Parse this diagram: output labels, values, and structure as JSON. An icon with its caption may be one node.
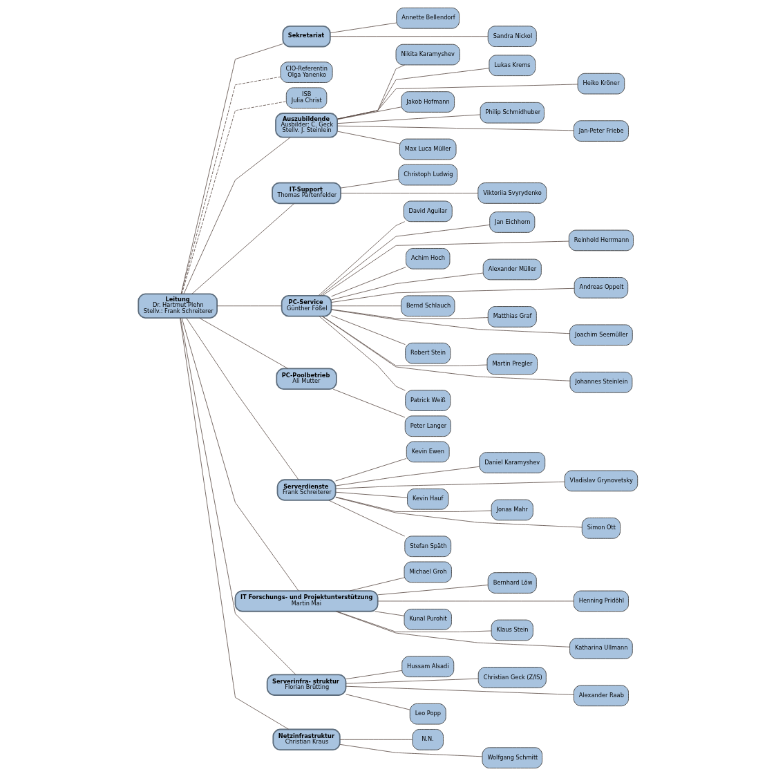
{
  "diagram": {
    "nodes": [
      {
        "text": [
          "Leitung",
          "Dr. Hartmut Plehn",
          "Stellv.: Frank Schreiterer"
        ]
      },
      {
        "text": [
          "Sekretariat"
        ]
      },
      {
        "text": [
          "CIO-Referentin",
          "Olga Yanenko"
        ]
      },
      {
        "text": [
          "ISB",
          "Julia Christ"
        ]
      },
      {
        "text": [
          "Annette Bellendorf"
        ]
      },
      {
        "text": [
          "Sandra Nickol"
        ]
      },
      {
        "text": [
          "Auszubildende",
          "Ausbilder: C. Geck",
          "Stellv. J. Steinlein"
        ]
      },
      {
        "text": [
          "Nikita Karamyshev"
        ]
      },
      {
        "text": [
          "Lukas Krems"
        ]
      },
      {
        "text": [
          "Heiko Kröner"
        ]
      },
      {
        "text": [
          "Jakob Hofmann"
        ]
      },
      {
        "text": [
          "Philip Schmidhuber"
        ]
      },
      {
        "text": [
          "Jan-Peter Friebe"
        ]
      },
      {
        "text": [
          "Max Luca Müller"
        ]
      },
      {
        "text": [
          "IT-Support",
          "Thomas Partenfelder"
        ]
      },
      {
        "text": [
          "Christoph Ludwig"
        ]
      },
      {
        "text": [
          "Viktoriia Svyrydenko"
        ]
      },
      {
        "text": [
          "PC-Service",
          "Günther Fößel"
        ]
      },
      {
        "text": [
          "David Aguilar"
        ]
      },
      {
        "text": [
          "Jan Eichhorn"
        ]
      },
      {
        "text": [
          "Reinhold Herrmann"
        ]
      },
      {
        "text": [
          "Achim Hoch"
        ]
      },
      {
        "text": [
          "Alexander Müller"
        ]
      },
      {
        "text": [
          "Andreas Oppelt"
        ]
      },
      {
        "text": [
          "Bernd Schlauch"
        ]
      },
      {
        "text": [
          "Matthias Graf"
        ]
      },
      {
        "text": [
          "Joachim Seemüller"
        ]
      },
      {
        "text": [
          "Robert Stein"
        ]
      },
      {
        "text": [
          "Martin Pregler"
        ]
      },
      {
        "text": [
          "Johannes Steinlein"
        ]
      },
      {
        "text": [
          "Patrick Weiß"
        ]
      },
      {
        "text": [
          "PC-Poolbetrieb",
          "Ali Mutter"
        ]
      },
      {
        "text": [
          "Peter Langer"
        ]
      },
      {
        "text": [
          "Kevin Ewen"
        ]
      },
      {
        "text": [
          "Daniel Karamyshev"
        ]
      },
      {
        "text": [
          "Serverdienste",
          "Frank Schreiterer"
        ]
      },
      {
        "text": [
          "Vladislav Grynovetsky"
        ]
      },
      {
        "text": [
          "Kevin Hauf"
        ]
      },
      {
        "text": [
          "Jonas Mahr"
        ]
      },
      {
        "text": [
          "Simon Ott"
        ]
      },
      {
        "text": [
          "Stefan Späth"
        ]
      },
      {
        "text": [
          "IT Forschungs- und Projektunterstützung",
          "Martin Mai"
        ]
      },
      {
        "text": [
          "Michael Groh"
        ]
      },
      {
        "text": [
          "Bernhard Löw"
        ]
      },
      {
        "text": [
          "Henning Pridöhl"
        ]
      },
      {
        "text": [
          "Kunal Purohit"
        ]
      },
      {
        "text": [
          "Klaus Stein"
        ]
      },
      {
        "text": [
          "Serverinfra- struktur",
          "Florian Brütting"
        ]
      },
      {
        "text": [
          "Hussam Alsadi"
        ]
      },
      {
        "text": [
          "Christian Geck (Z/IS)"
        ]
      },
      {
        "text": [
          "Alexander Raab"
        ]
      },
      {
        "text": [
          "Leo Popp"
        ]
      },
      {
        "text": [
          "Katharina Ullmann"
        ]
      },
      {
        "text": [
          "Netzinfrastruktur",
          "Christian Kraus"
        ]
      },
      {
        "text": [
          "N.N."
        ]
      },
      {
        "text": [
          "Wolfgang Schmitt"
        ]
      }
    ],
    "edges": [
      {
        "from": 0,
        "to": 1,
        "arrow": "none"
      },
      {
        "from": 0,
        "to": 2,
        "arrow": "none",
        "style": "dashed"
      },
      {
        "from": 0,
        "to": 3,
        "arrow": "none",
        "style": "dashed"
      },
      {
        "from": 0,
        "to": 6,
        "arrow": "none"
      },
      {
        "from": 0,
        "to": 14,
        "arrow": "none"
      },
      {
        "from": 0,
        "to": 17,
        "arrow": "none"
      },
      {
        "from": 0,
        "to": 31,
        "arrow": "none"
      },
      {
        "from": 0,
        "to": 35,
        "arrow": "none"
      },
      {
        "from": 0,
        "to": 41,
        "arrow": "none"
      },
      {
        "from": 0,
        "to": 47,
        "arrow": "none"
      },
      {
        "from": 0,
        "to": 53,
        "arrow": "none"
      },
      {
        "from": 1,
        "to": 4,
        "arrow": "none"
      },
      {
        "from": 1,
        "to": 5,
        "arrow": "none"
      },
      {
        "from": 6,
        "to": 7,
        "arrow": "none"
      },
      {
        "from": 6,
        "to": 8,
        "arrow": "none"
      },
      {
        "from": 6,
        "to": 9,
        "arrow": "none"
      },
      {
        "from": 6,
        "to": 10,
        "arrow": "none"
      },
      {
        "from": 6,
        "to": 11,
        "arrow": "none"
      },
      {
        "from": 6,
        "to": 12,
        "arrow": "none"
      },
      {
        "from": 6,
        "to": 13,
        "arrow": "none"
      },
      {
        "from": 14,
        "to": 15,
        "arrow": "none"
      },
      {
        "from": 14,
        "to": 16,
        "arrow": "none"
      },
      {
        "from": 17,
        "to": 18,
        "arrow": "none"
      },
      {
        "from": 17,
        "to": 19,
        "arrow": "none"
      },
      {
        "from": 17,
        "to": 20,
        "arrow": "none"
      },
      {
        "from": 17,
        "to": 21,
        "arrow": "none"
      },
      {
        "from": 17,
        "to": 22,
        "arrow": "none"
      },
      {
        "from": 17,
        "to": 23,
        "arrow": "none"
      },
      {
        "from": 17,
        "to": 24,
        "arrow": "none"
      },
      {
        "from": 17,
        "to": 25,
        "arrow": "none"
      },
      {
        "from": 17,
        "to": 26,
        "arrow": "none"
      },
      {
        "from": 17,
        "to": 27,
        "arrow": "none"
      },
      {
        "from": 17,
        "to": 28,
        "arrow": "none"
      },
      {
        "from": 17,
        "to": 29,
        "arrow": "none"
      },
      {
        "from": 17,
        "to": 30,
        "arrow": "none"
      },
      {
        "from": 31,
        "to": 32,
        "arrow": "none"
      },
      {
        "from": 35,
        "to": 33,
        "arrow": "none"
      },
      {
        "from": 35,
        "to": 34,
        "arrow": "none"
      },
      {
        "from": 35,
        "to": 36,
        "arrow": "none"
      },
      {
        "from": 35,
        "to": 37,
        "arrow": "none"
      },
      {
        "from": 35,
        "to": 38,
        "arrow": "none"
      },
      {
        "from": 35,
        "to": 39,
        "arrow": "none"
      },
      {
        "from": 35,
        "to": 40,
        "arrow": "none"
      },
      {
        "from": 41,
        "to": 42,
        "arrow": "none"
      },
      {
        "from": 41,
        "to": 43,
        "arrow": "none"
      },
      {
        "from": 41,
        "to": 44,
        "arrow": "none"
      },
      {
        "from": 41,
        "to": 45,
        "arrow": "none"
      },
      {
        "from": 41,
        "to": 46,
        "arrow": "none"
      },
      {
        "from": 41,
        "to": 52,
        "arrow": "none"
      },
      {
        "from": 47,
        "to": 48,
        "arrow": "none"
      },
      {
        "from": 47,
        "to": 49,
        "arrow": "none"
      },
      {
        "from": 47,
        "to": 50,
        "arrow": "none"
      },
      {
        "from": 47,
        "to": 51,
        "arrow": "none"
      },
      {
        "from": 53,
        "to": 54,
        "arrow": "none"
      },
      {
        "from": 53,
        "to": 55,
        "arrow": "none"
      }
    ]
  }
}
